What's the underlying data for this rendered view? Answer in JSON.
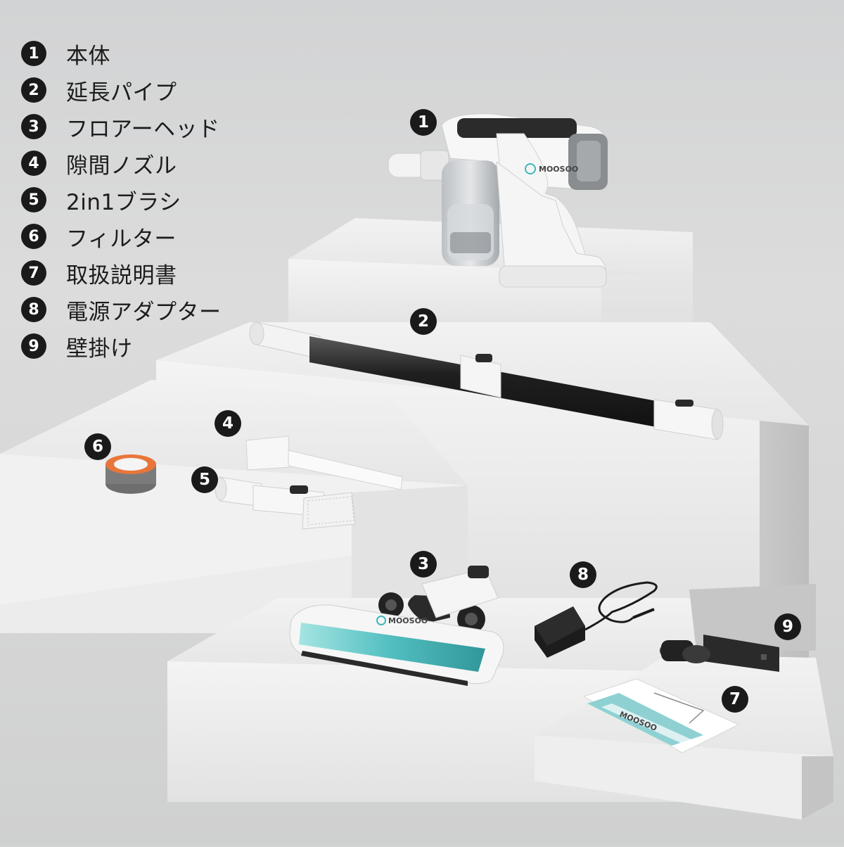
{
  "legend": {
    "items": [
      {
        "num": "1",
        "label": "本体"
      },
      {
        "num": "2",
        "label": "延長パイプ"
      },
      {
        "num": "3",
        "label": "フロアーヘッド"
      },
      {
        "num": "4",
        "label": "隙間ノズル"
      },
      {
        "num": "5",
        "label": "2in1ブラシ"
      },
      {
        "num": "6",
        "label": "フィルター"
      },
      {
        "num": "7",
        "label": "取扱説明書"
      },
      {
        "num": "8",
        "label": "電源アダプター"
      },
      {
        "num": "9",
        "label": "壁掛け"
      }
    ]
  },
  "markers": {
    "m1": "1",
    "m2": "2",
    "m3": "3",
    "m4": "4",
    "m5": "5",
    "m6": "6",
    "m7": "7",
    "m8": "8",
    "m9": "9"
  },
  "brand": {
    "vacuum_logo": "MOOSOO",
    "floorhead_logo": "MOOSOO",
    "manual_logo": "MOOSOO"
  },
  "colors": {
    "background": "#d6d6d6",
    "badge": "#1a1a1a",
    "accent_teal": "#3fb7b9",
    "filter_orange": "#e8763a"
  }
}
